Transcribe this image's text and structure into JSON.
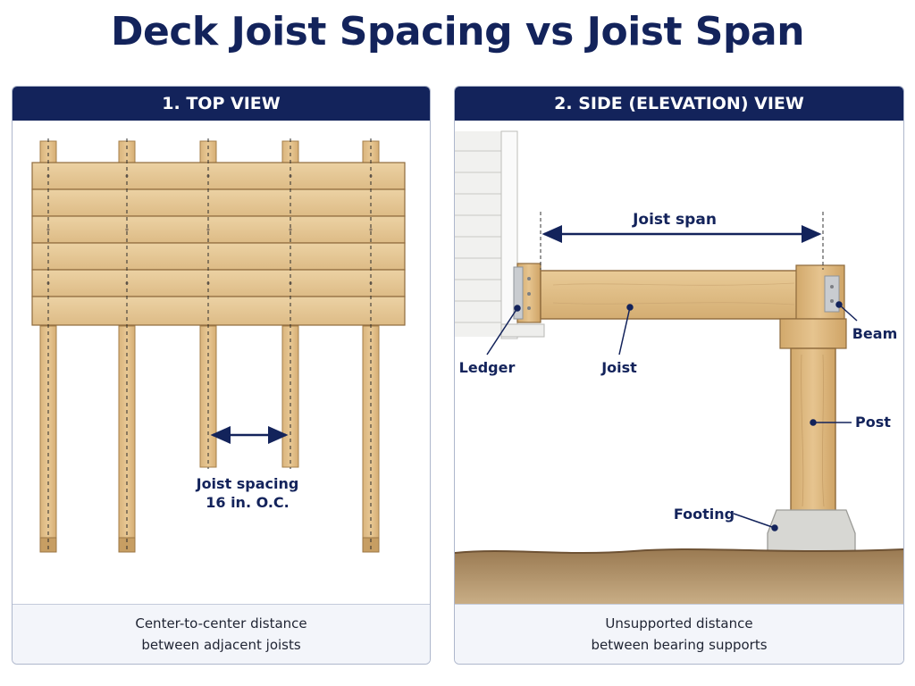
{
  "title": "Deck Joist Spacing vs Joist Span",
  "colors": {
    "navy": "#13235b",
    "wood": "#e2c08e",
    "wood_dark": "#b98f55",
    "concrete": "#d3d3d0",
    "soil": "#8a6a45"
  },
  "top_view": {
    "heading": "1. TOP VIEW",
    "spacing_label_line1": "Joist spacing",
    "spacing_label_line2": "16 in. O.C.",
    "caption_line1": "Center-to-center distance",
    "caption_line2": "between adjacent joists"
  },
  "side_view": {
    "heading": "2. SIDE (ELEVATION) VIEW",
    "span_label": "Joist span",
    "labels": {
      "ledger": "Ledger",
      "joist": "Joist",
      "beam": "Beam",
      "post": "Post",
      "footing": "Footing"
    },
    "caption_line1": "Unsupported distance",
    "caption_line2": "between bearing supports"
  }
}
